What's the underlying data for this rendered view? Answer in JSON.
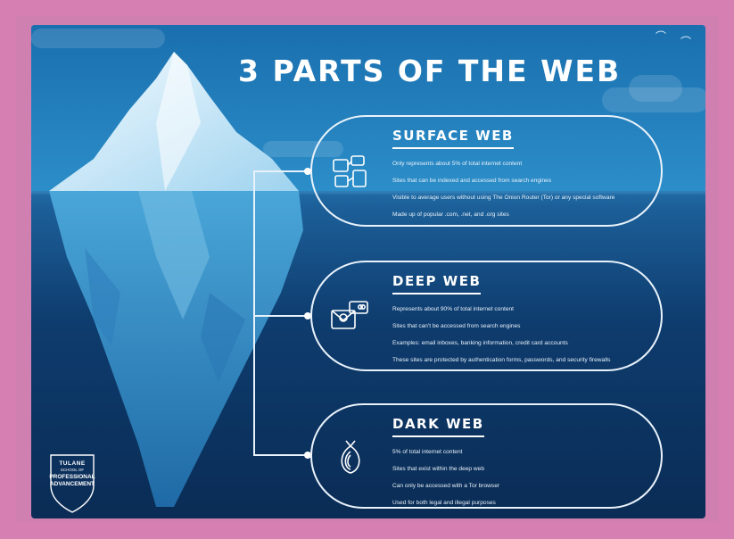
{
  "title": "3 PARTS OF THE WEB",
  "sections": [
    {
      "heading": "SURFACE WEB",
      "icon": "web-pages-icon",
      "bullets": [
        "Only represents about 5% of total internet content",
        "Sites that can be indexed and accessed from search engines",
        "Visible to average users without using The Onion Router (Tor) or any special software",
        "Made up of popular .com, .net, and .org sites"
      ]
    },
    {
      "heading": "DEEP WEB",
      "icon": "email-credit-card-icon",
      "bullets": [
        "Represents about 90% of total internet content",
        "Sites that can't be accessed from search engines",
        "Examples: email inboxes, banking information, credit card accounts",
        "These sites are protected by authentication forms, passwords, and security firewalls"
      ]
    },
    {
      "heading": "DARK WEB",
      "icon": "onion-icon",
      "bullets": [
        "5% of total internet content",
        "Sites that exist within the deep web",
        "Can only be accessed with a Tor browser",
        "Used for both legal and illegal purposes"
      ]
    }
  ],
  "logo": {
    "line1": "TULANE",
    "line2": "SCHOOL OF",
    "line3": "PROFESSIONAL",
    "line4": "ADVANCEMENT"
  },
  "colors": {
    "frame": "#d67fb3",
    "sky": "#2c8ec9",
    "deep_water": "#0a2c55",
    "line": "#e9f2fb"
  }
}
